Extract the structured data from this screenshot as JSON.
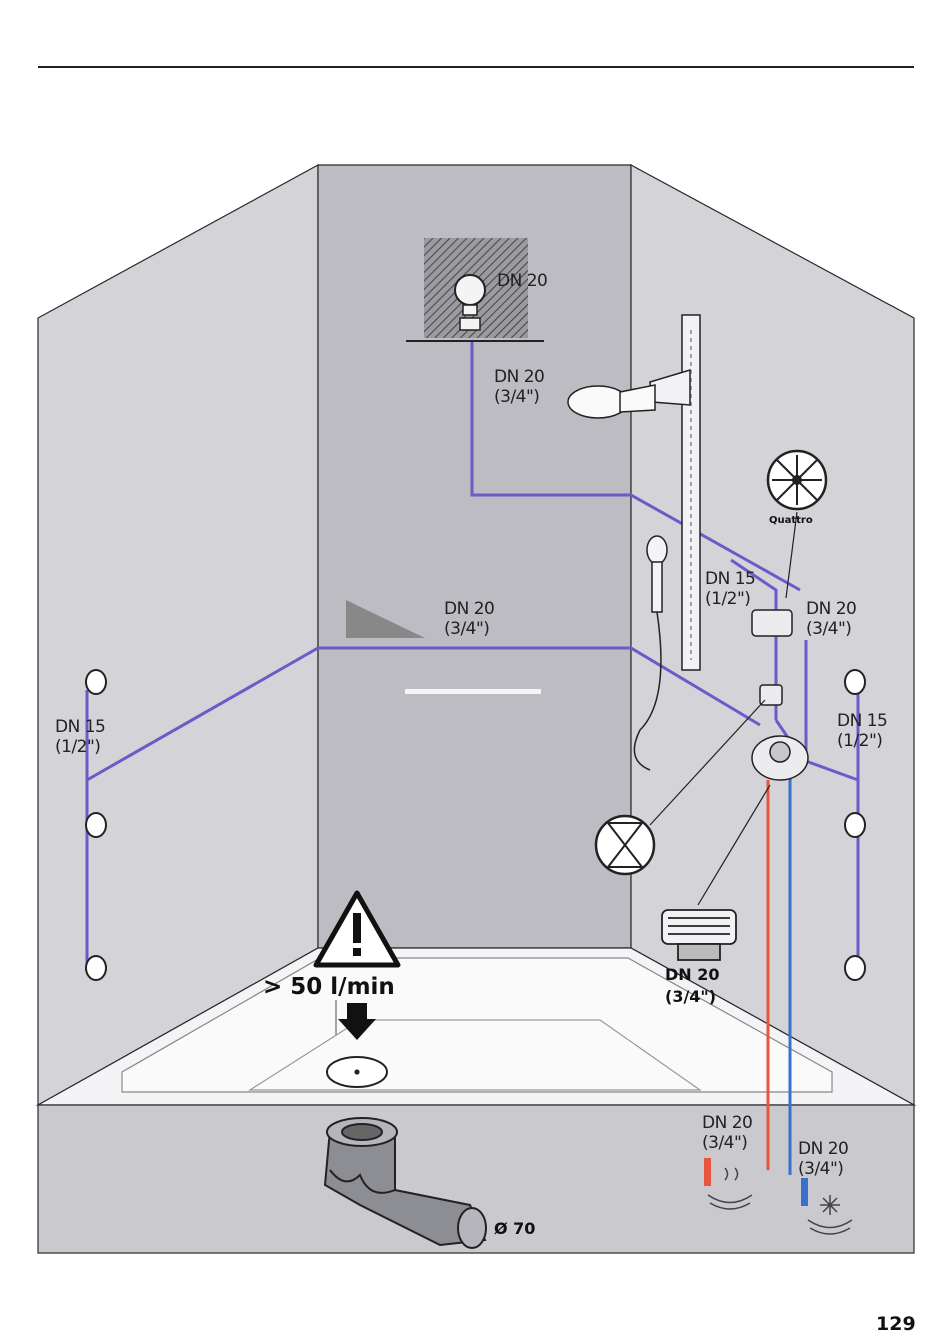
{
  "colors": {
    "pipe": "#6b5bc9",
    "hot": "#e8543c",
    "cold": "#3a6fd0",
    "wall_side": "#d3d3d8",
    "wall_back": "#bcbcc2",
    "base": "#c9c9ce",
    "outline": "#2a2a2a"
  },
  "labels": {
    "head_dn": "DN 20",
    "hand_dn": "DN 20",
    "hand_in": "(3/4\")",
    "back_dn": "DN 20",
    "back_in": "(3/4\")",
    "mid_dn": "DN 15",
    "mid_in": "(1/2\")",
    "right_dn": "DN 20",
    "right_in": "(3/4\")",
    "left_dn": "DN 15",
    "left_in": "(1/2\")",
    "far_right_dn": "DN 15",
    "far_right_in": "(1/2\")",
    "fitting_dn": "DN 20",
    "fitting_in": "(3/4\")",
    "hot_dn": "DN 20",
    "hot_in": "(3/4\")",
    "cold_dn": "DN 20",
    "cold_in": "(3/4\")",
    "quattro": "Quattro",
    "flow": "> 50 l/min",
    "drain": "Ø 70",
    "page_number": "129"
  },
  "icons": {
    "warning": "warning-triangle-icon",
    "quattro_valve": "quattro-valve-icon",
    "two_way_valve": "two-way-valve-icon",
    "hot_water": "hot-water-icon",
    "cold_water": "cold-water-icon"
  }
}
